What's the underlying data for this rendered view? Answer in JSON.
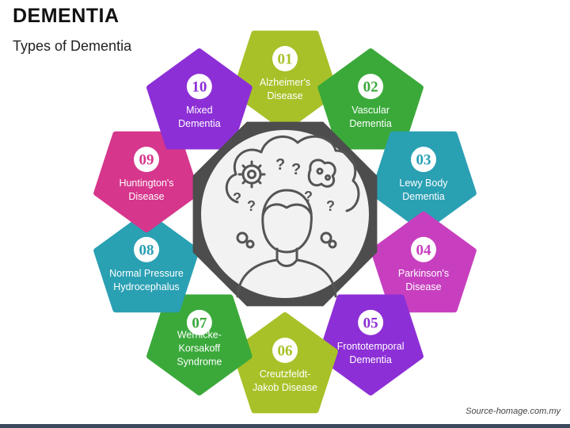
{
  "header": {
    "title": "DEMENTIA",
    "subtitle": "Types of Dementia"
  },
  "footer": {
    "source": "Source-homage.com.my"
  },
  "colors": {
    "green_light": "#a8c128",
    "green": "#3aa93a",
    "teal": "#2aa0b3",
    "magenta": "#c73fbf",
    "purple": "#8c2fd6",
    "pink": "#d6368c",
    "hub_ring": "#4d4d4d",
    "hub_center": "#f2f2f2"
  },
  "center": {
    "question_marks": [
      "?",
      "?",
      "?",
      "?",
      "?",
      "?"
    ]
  },
  "items": [
    {
      "number": "01",
      "lines": [
        "Alzheimer's",
        "Disease"
      ],
      "color": "#a8c128"
    },
    {
      "number": "02",
      "lines": [
        "Vascular",
        "Dementia"
      ],
      "color": "#3aa93a"
    },
    {
      "number": "03",
      "lines": [
        "Lewy Body",
        "Dementia"
      ],
      "color": "#2aa0b3"
    },
    {
      "number": "04",
      "lines": [
        "Parkinson's",
        "Disease"
      ],
      "color": "#c73fbf"
    },
    {
      "number": "05",
      "lines": [
        "Frontotemporal",
        "Dementia"
      ],
      "color": "#8c2fd6"
    },
    {
      "number": "06",
      "lines": [
        "Creutzfeldt-",
        "Jakob Disease"
      ],
      "color": "#a8c128"
    },
    {
      "number": "07",
      "lines": [
        "Wernicke-",
        "Korsakoff",
        "Syndrome"
      ],
      "color": "#3aa93a"
    },
    {
      "number": "08",
      "lines": [
        "Normal Pressure",
        "Hydrocephalus"
      ],
      "color": "#2aa0b3"
    },
    {
      "number": "09",
      "lines": [
        "Huntington's",
        "Disease"
      ],
      "color": "#d6368c"
    },
    {
      "number": "10",
      "lines": [
        "Mixed",
        "Dementia"
      ],
      "color": "#8c2fd6"
    }
  ]
}
